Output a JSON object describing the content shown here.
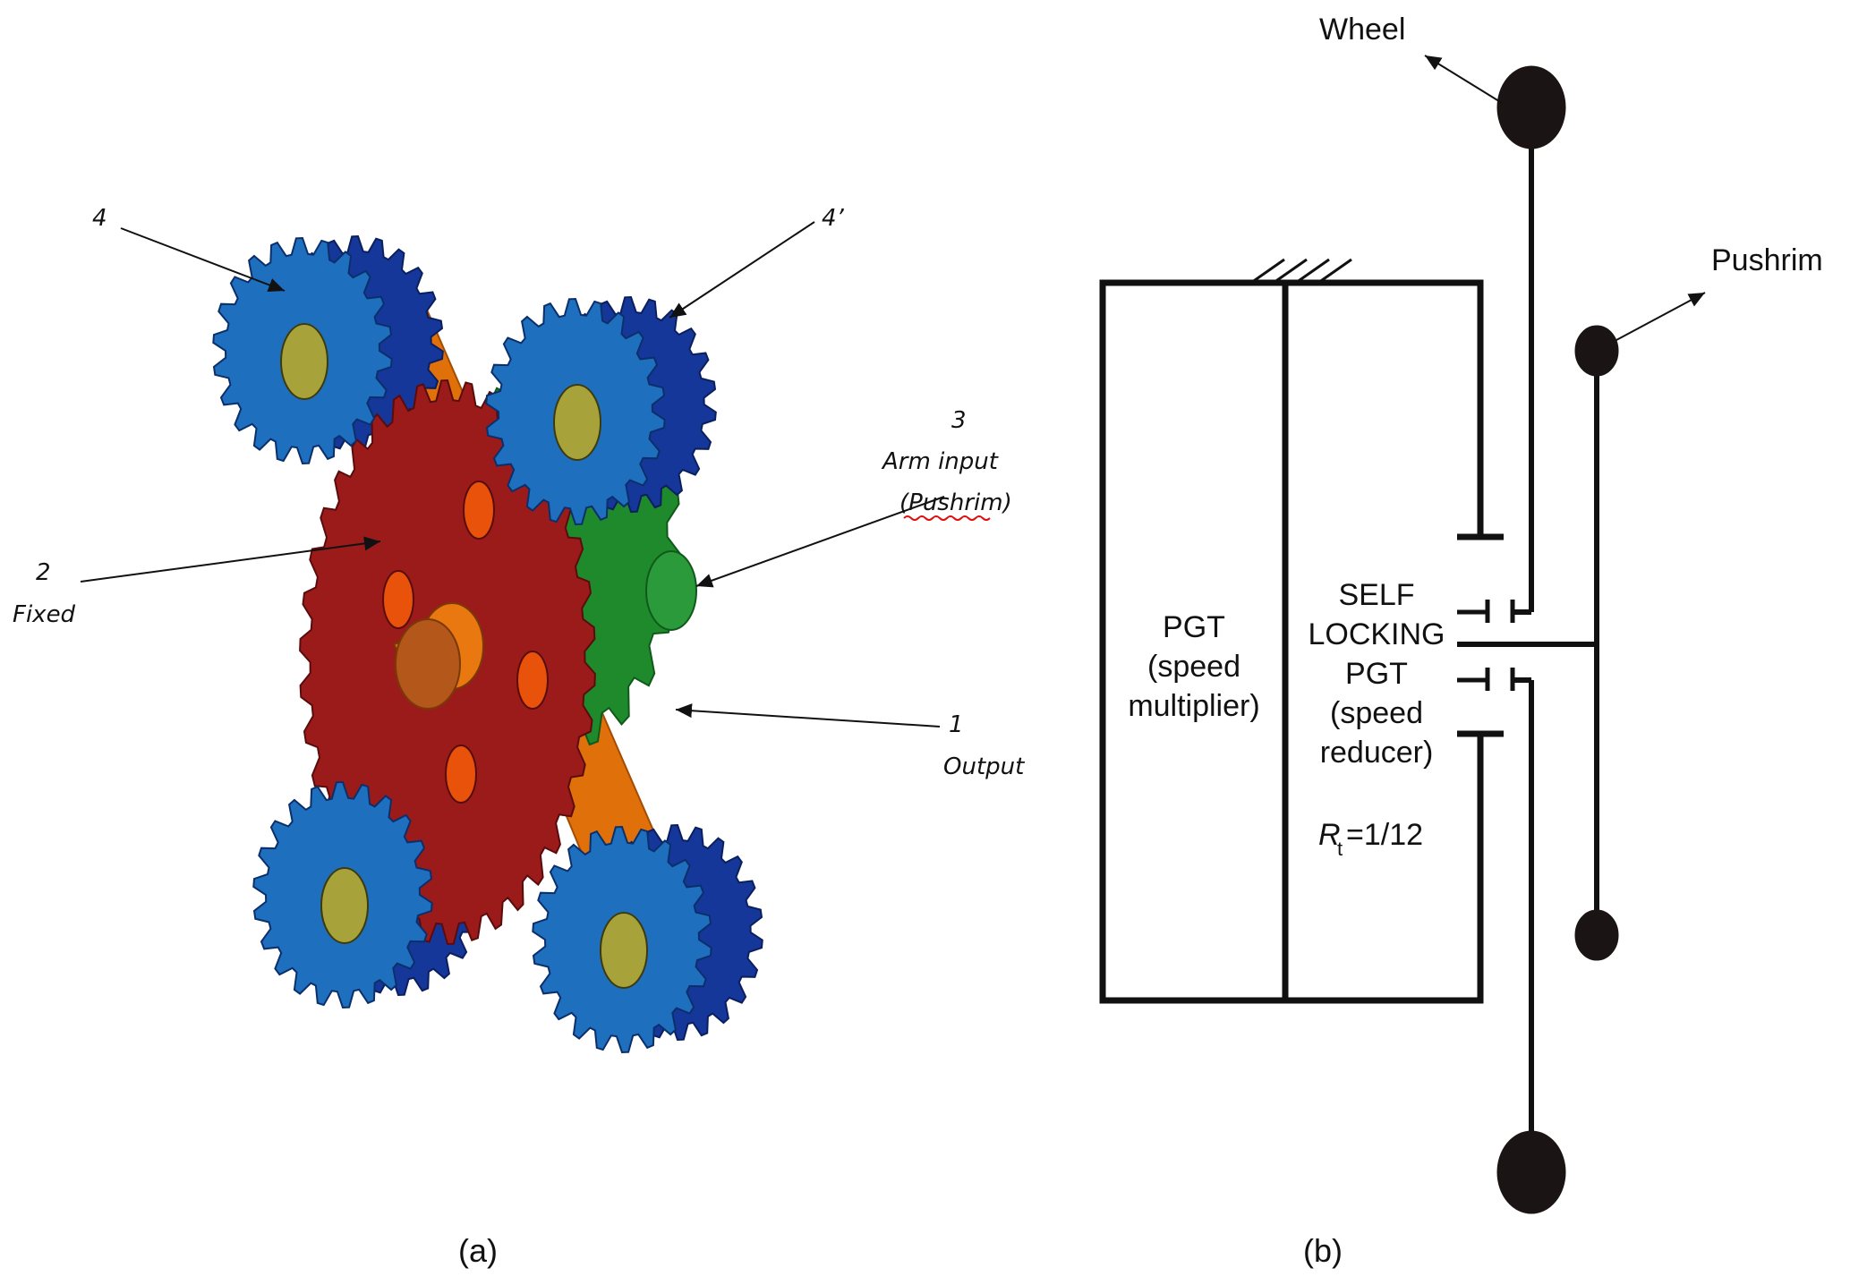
{
  "panel_a": {
    "caption": "(a)",
    "labels": {
      "gear_4": "4",
      "gear_4_prime": "4’",
      "gear_3_number": "3",
      "gear_3_line1": "Arm input",
      "gear_3_line2": "(Pushrim)",
      "gear_2_number": "2",
      "gear_2_name": "Fixed",
      "gear_1_number": "1",
      "gear_1_name": "Output"
    },
    "colors": {
      "planet_gear": "#1f6fbf",
      "planet_gear_back": "#16379a",
      "sun_gear_fixed": "#9b1b1b",
      "output_gear": "#1f8a2b",
      "carrier": "#e0700a",
      "hub": "#a8a23a"
    }
  },
  "panel_b": {
    "caption": "(b)",
    "left_box": [
      "PGT",
      "(speed",
      "multiplier)"
    ],
    "right_box": [
      "SELF",
      "LOCKING",
      "PGT",
      "(speed",
      "reducer)"
    ],
    "ratio_symbol": "R",
    "ratio_subscript": "t",
    "ratio_value": "=1/12",
    "wheel_label": "Wheel",
    "pushrim_label": "Pushrim"
  }
}
